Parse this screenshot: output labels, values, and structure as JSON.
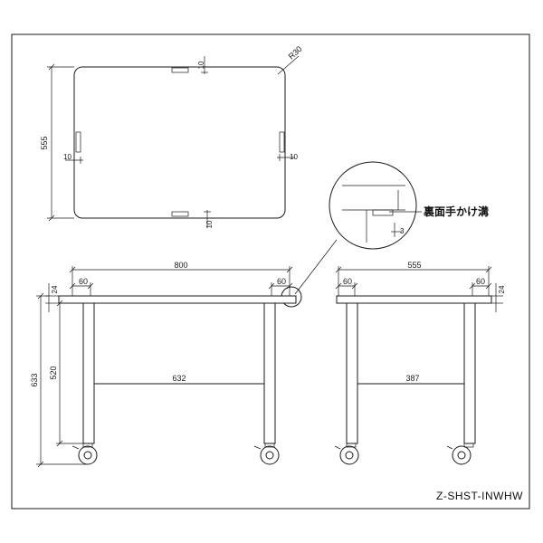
{
  "drawing": {
    "model_code": "Z-SHST-INWHW",
    "callout_label": "裏面手かけ溝",
    "top_view": {
      "depth": "555",
      "corner_radius": "R30",
      "groove_offset_top": "10",
      "groove_offset_bottom": "10",
      "groove_offset_left": "10",
      "groove_offset_right": "10"
    },
    "front_view": {
      "width": "800",
      "top_thickness": "24",
      "overall_height": "633",
      "leg_height": "520",
      "leg_inset_left": "60",
      "leg_inset_right": "60",
      "crossbar_length": "632"
    },
    "side_view": {
      "width": "555",
      "top_thickness": "24",
      "leg_inset_left": "60",
      "leg_inset_right": "60",
      "crossbar_length": "387"
    }
  }
}
